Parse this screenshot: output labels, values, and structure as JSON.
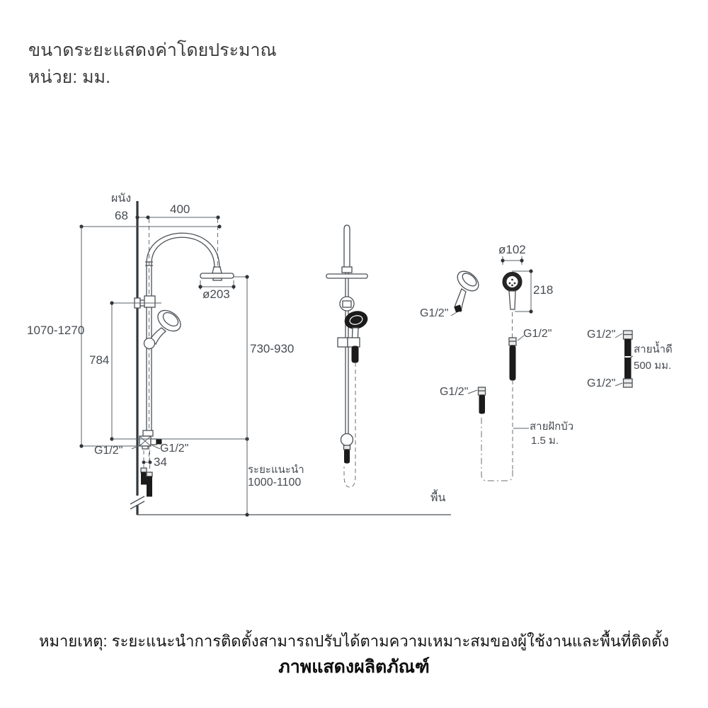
{
  "header": {
    "title": "ขนาดระยะแสดงค่าโดยประมาณ",
    "unit": "หน่วย: มม."
  },
  "diagram": {
    "wall_label": "ผนัง",
    "floor_label": "พื้น",
    "connection_size": "G1/2\"",
    "dims": {
      "wall_offset": "68",
      "arm_reach": "400",
      "head_diameter": "ø203",
      "overall_height": "1070-1270",
      "rail_length": "784",
      "head_to_mixer": "730-930",
      "inlet_spacing": "34",
      "recommended_label": "ระยะแนะนำ",
      "recommended_height": "1000-1100",
      "handshower_diameter": "ø102",
      "handshower_length": "218"
    },
    "hoses": {
      "shower_hose_name": "สายฝักบัว",
      "shower_hose_length": "1.5 ม.",
      "supply_hose_name": "สายน้ำดี",
      "supply_hose_length": "500 มม."
    }
  },
  "footer": {
    "note": "หมายเหตุ: ระยะแนะนำการติดตั้งสามารถปรับได้ตามความเหมาะสมของผู้ใช้งานและพื้นที่ติดตั้ง",
    "caption": "ภาพแสดงผลิตภัณฑ์"
  }
}
